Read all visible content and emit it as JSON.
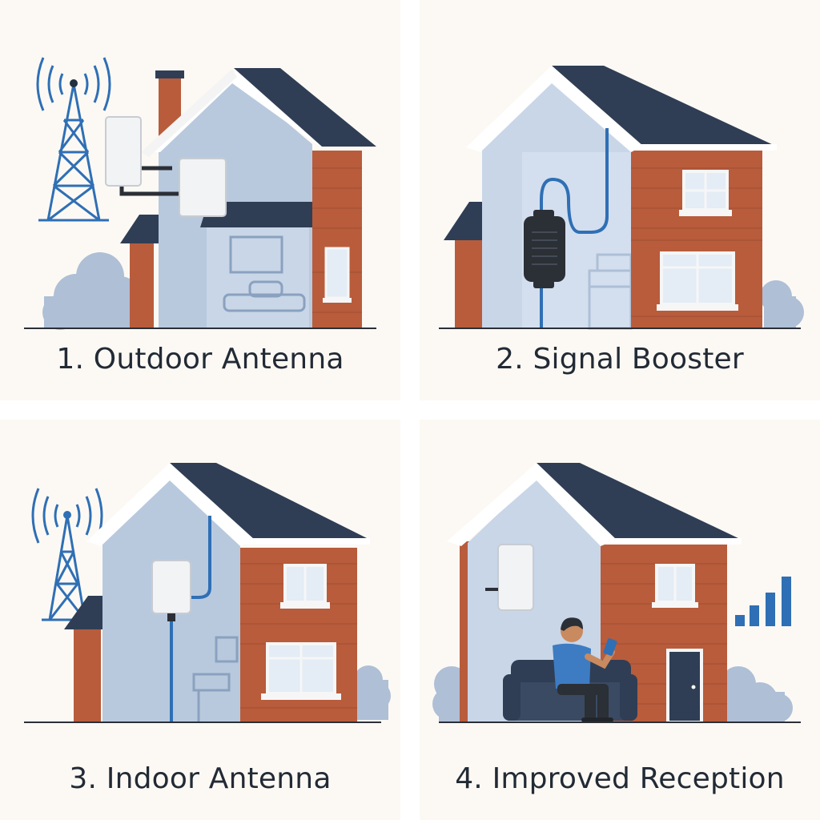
{
  "panels": [
    {
      "caption": "1. Outdoor Antenna",
      "illustration": "outdoor-antenna"
    },
    {
      "caption": "2. Signal Booster",
      "illustration": "signal-booster"
    },
    {
      "caption": "3. Indoor Antenna",
      "illustration": "indoor-antenna"
    },
    {
      "caption": "4. Improved Reception",
      "illustration": "improved-reception"
    }
  ],
  "colors": {
    "panel_bg": "#fcf9f4",
    "roof": "#2f3e55",
    "brick": "#b85c3c",
    "interior": "#b8c9de",
    "accent_blue": "#2f6fb5",
    "device_white": "#f2f3f5",
    "booster_black": "#2b2f36"
  }
}
